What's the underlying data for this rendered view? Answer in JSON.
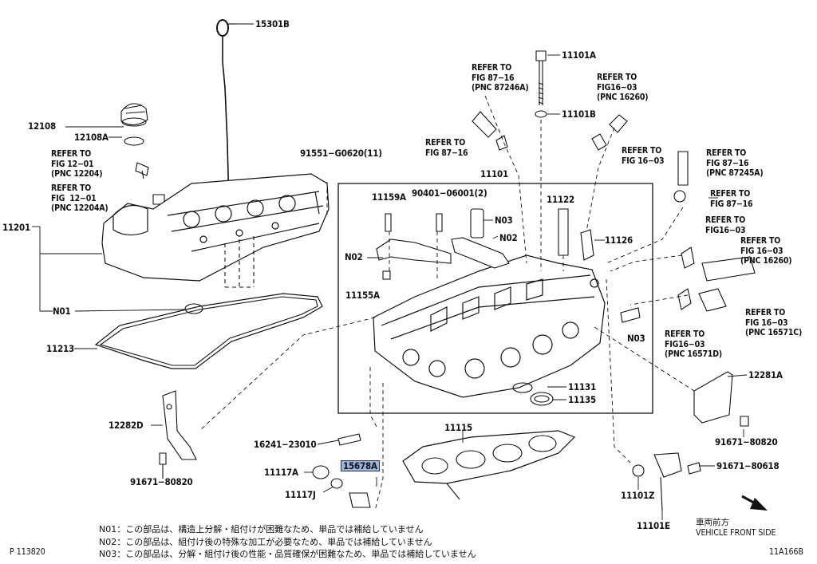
{
  "labels": {
    "p15301b": "15301B",
    "p12108": "12108",
    "p12108a": "12108A",
    "p11201": "11201",
    "n01": "N01",
    "p11213": "11213",
    "p12282d": "12282D",
    "p91671_80820_left": "91671−80820",
    "p91551": "91551−G0620(11)",
    "p11101": "11101",
    "p11159a": "11159A",
    "p90401": "90401−06001(2)",
    "n03_top": "N03",
    "n02_right": "N02",
    "n02_left": "N02",
    "p11155a": "11155A",
    "p11122": "11122",
    "p11126": "11126",
    "n03_right": "N03",
    "p11131": "11131",
    "p11135": "11135",
    "p11101a": "11101A",
    "p11101b": "11101B",
    "p16241": "16241−23010",
    "p11115": "11115",
    "p15678a": "15678A",
    "p11117a": "11117A",
    "p11117j": "11117J",
    "p12281a": "12281A",
    "p91671_80820_right": "91671−80820",
    "p91671_80618": "91671−80618",
    "p11101z": "11101Z",
    "p11101e": "11101E"
  },
  "refs": {
    "r12204": "REFER TO\nFIG 12−01\n(PNC 12204)",
    "r12204a": "REFER TO\nFIG  12−01\n(PNC 12204A)",
    "r87246a": "REFER TO\nFIG 87−16\n(PNC 87246A)",
    "r16260_top": "REFER TO\nFIG16−03\n(PNC 16260)",
    "r8716_left": "REFER TO\nFIG 87−16",
    "r1603_mid": "REFER TO\nFIG 16−03",
    "r87245a": "REFER TO\nFIG 87−16\n(PNC 87245A)",
    "r8716_right": "REFER TO\nFIG 87−16",
    "r1603_right": "REFER TO\nFIG16−03",
    "r16260_right": "REFER TO\nFIG 16−03\n(PNC 16260)",
    "r16571c": "REFER TO\nFIG 16−03\n(PNC 16571C)",
    "r16571d": "REFER TO\nFIG16−03\n(PNC 16571D)"
  },
  "notes": [
    "N01：この部品は、構造上分解・組付けが困難なため、単品では補給していません",
    "N02：この部品は、組付け後の特殊な加工が必要なため、単品では補給していません",
    "N03：この部品は、分解・組付け後の性能・品質確保が困難なため、単品では補給していません"
  ],
  "front": {
    "jp": "車両前方",
    "en": "VEHICLE FRONT SIDE"
  },
  "footer": {
    "page_id": "P 113820",
    "fig_id": "11A166B"
  },
  "colors": {
    "highlight": "#9db4e0",
    "line": "#111111"
  }
}
